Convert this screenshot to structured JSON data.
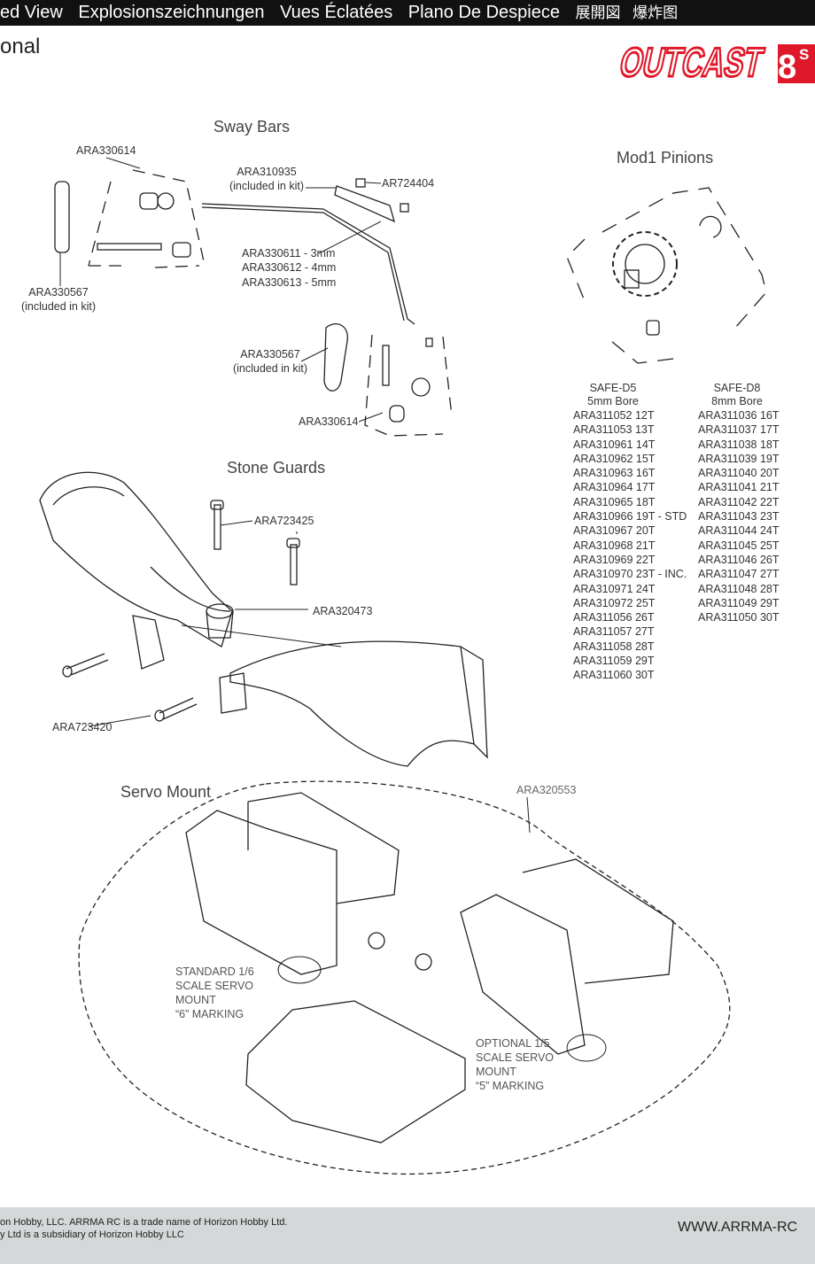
{
  "header": {
    "titles": [
      "ed View",
      "Explosionszeichnungen",
      "Vues Éclatées",
      "Plano De Despiece",
      "展開図",
      "爆炸图"
    ]
  },
  "subtitle": "onal",
  "logo": {
    "text": "OUTCAST 8S",
    "colors": {
      "red": "#e0192a",
      "black": "#111111"
    }
  },
  "sway_bars": {
    "title": "Sway Bars",
    "labels": {
      "link_left": "ARA330614",
      "mount": "ARA310935",
      "mount_note": "(included in kit)",
      "setscrew": "AR724404",
      "bar_3mm": "ARA330611 - 3mm",
      "bar_4mm": "ARA330612 - 4mm",
      "bar_5mm": "ARA330613 - 5mm",
      "arm_left": "ARA330567",
      "arm_left_note": "(included in kit)",
      "arm_right": "ARA330567",
      "arm_right_note": "(included in kit)",
      "link_right": "ARA330614"
    }
  },
  "pinions": {
    "title": "Mod1 Pinions",
    "d5": {
      "header": "SAFE-D5",
      "subheader": "5mm Bore",
      "items": [
        "ARA311052 12T",
        "ARA311053 13T",
        "ARA310961 14T",
        "ARA310962 15T",
        "ARA310963 16T",
        "ARA310964 17T",
        "ARA310965 18T",
        "ARA310966 19T - STD",
        "ARA310967 20T",
        "ARA310968 21T",
        "ARA310969 22T",
        "ARA310970 23T - INC.",
        "ARA310971 24T",
        "ARA310972 25T",
        "ARA311056 26T",
        "ARA311057 27T",
        "ARA311058 28T",
        "ARA311059 29T",
        "ARA311060 30T"
      ]
    },
    "d8": {
      "header": "SAFE-D8",
      "subheader": "8mm Bore",
      "items": [
        "ARA311036 16T",
        "ARA311037 17T",
        "ARA311038 18T",
        "ARA311039 19T",
        "ARA311040 20T",
        "ARA311041 21T",
        "ARA311042 22T",
        "ARA311043 23T",
        "ARA311044 24T",
        "ARA311045 25T",
        "ARA311046 26T",
        "ARA311047 27T",
        "ARA311048 28T",
        "ARA311049 29T",
        "ARA311050 30T"
      ]
    }
  },
  "stone_guards": {
    "title": "Stone Guards",
    "labels": {
      "screw_long": "ARA723425",
      "guard": "ARA320473",
      "screw_short": "ARA723420"
    }
  },
  "servo_mount": {
    "title": "Servo Mount",
    "part": "ARA320553",
    "standard_note": [
      "STANDARD 1/6",
      "SCALE SERVO",
      "MOUNT",
      "“6” MARKING"
    ],
    "optional_note": [
      "OPTIONAL 1/5",
      "SCALE SERVO",
      "MOUNT",
      "“5” MARKING"
    ]
  },
  "footer": {
    "line1": "on Hobby, LLC. ARRMA RC is a trade name of Horizon Hobby Ltd.",
    "line2": "y Ltd is a subsidiary of Horizon Hobby LLC",
    "website": "WWW.ARRMA-RC"
  }
}
